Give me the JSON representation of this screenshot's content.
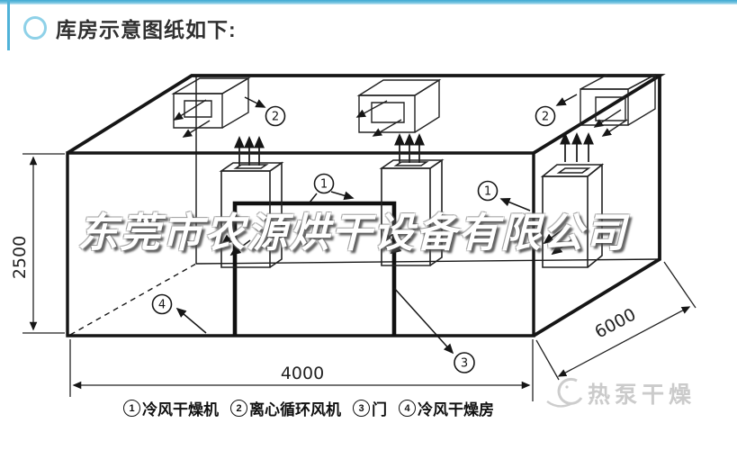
{
  "header": {
    "title": "库房示意图纸如下:"
  },
  "colors": {
    "accent_blue": "#4fb2d8",
    "line_color": "#1a1a1a",
    "watermark_gray": "#cbcbcb"
  },
  "diagram": {
    "dim_height": "2500",
    "dim_width": "4000",
    "dim_depth": "6000",
    "callouts": {
      "c1": "1",
      "c2": "2",
      "c3": "3",
      "c4": "4"
    }
  },
  "legend": {
    "items": [
      {
        "num": "1",
        "label": "冷风干燥机"
      },
      {
        "num": "2",
        "label": "离心循环风机"
      },
      {
        "num": "3",
        "label": "门"
      },
      {
        "num": "4",
        "label": "冷风干燥房"
      }
    ]
  },
  "watermarks": {
    "company": "东莞市农源烘干设备有限公司",
    "brand": "热泵干燥"
  }
}
